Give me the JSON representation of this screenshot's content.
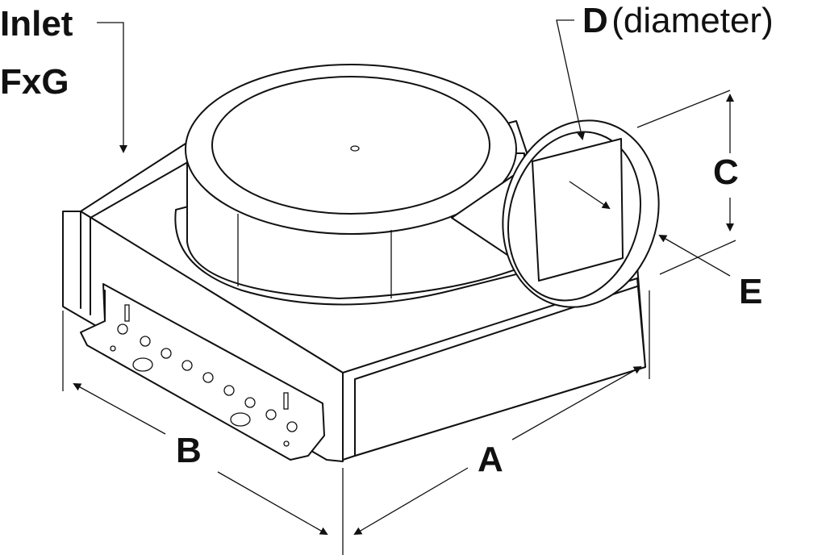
{
  "labels": {
    "inlet": "Inlet",
    "inlet_size": "FxG",
    "d_letter": "D",
    "d_note": "(diameter)",
    "c": "C",
    "e": "E",
    "b": "B",
    "a": "A"
  }
}
